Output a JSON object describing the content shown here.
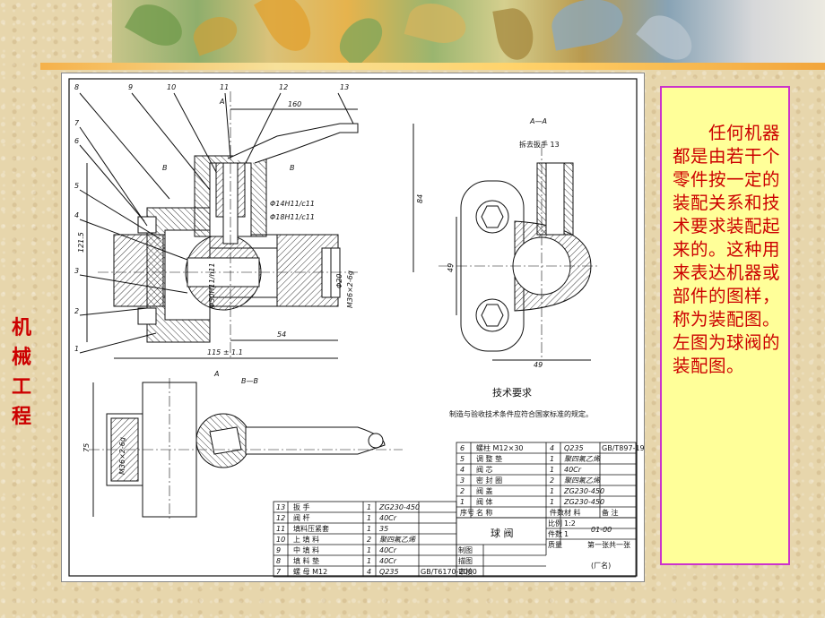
{
  "side_title": "机械工程",
  "description": "　　任何机器都是由若干个零件按一定的装配关系和技术要求装配起来的。这种用来表达机器或部件的图样，称为装配图。左图为球阀的装配图。",
  "drawing": {
    "part_labels": [
      "1",
      "2",
      "3",
      "4",
      "5",
      "6",
      "7",
      "8",
      "9",
      "10",
      "11",
      "12",
      "13"
    ],
    "view_labels": {
      "section_a": "A—A",
      "section_b": "B—B",
      "a_mark": "A",
      "b_mark": "B"
    },
    "dimensions": {
      "d160": "160",
      "d84": "84",
      "d1215": "121.5",
      "d54": "54",
      "d115": "115 ± 1.1",
      "d49a": "49",
      "d49b": "49",
      "d75": "75",
      "d20": "Φ20",
      "m36": "M36×2-6g",
      "m36b": "M36×2-6g",
      "d50": "Φ50H11/h11",
      "d14": "Φ14H11/c11",
      "d18": "Φ18H11/c11"
    },
    "removed_note": "拆去扳手 13",
    "tech_title": "技术要求",
    "tech_text": "制造与验收技术条件应符合国家标准的规定。",
    "bom_right": [
      [
        "6",
        "螺柱 M12×30",
        "4",
        "Q235",
        "GB/T897-1988"
      ],
      [
        "5",
        "调 整 垫",
        "1",
        "聚四氟乙烯",
        ""
      ],
      [
        "4",
        "阀 芯",
        "1",
        "40Cr",
        ""
      ],
      [
        "3",
        "密 封 圈",
        "2",
        "聚四氟乙烯",
        ""
      ],
      [
        "2",
        "阀 盖",
        "1",
        "ZG230-450",
        ""
      ],
      [
        "1",
        "阀 体",
        "1",
        "ZG230-450",
        ""
      ]
    ],
    "bom_right_header": [
      "序号",
      "名 称",
      "件数",
      "材 料",
      "备 注"
    ],
    "bom_left": [
      [
        "13",
        "扳 手",
        "1",
        "ZG230-450",
        ""
      ],
      [
        "12",
        "阀 杆",
        "1",
        "40Cr",
        ""
      ],
      [
        "11",
        "填料压紧套",
        "1",
        "35",
        ""
      ],
      [
        "10",
        "上 填 料",
        "2",
        "聚四氟乙烯",
        ""
      ],
      [
        "9",
        "中 填 料",
        "1",
        "40Cr",
        ""
      ],
      [
        "8",
        "填 料 垫",
        "1",
        "40Cr",
        ""
      ],
      [
        "7",
        "螺 母 M12",
        "4",
        "Q235",
        "GB/T6170-2000"
      ]
    ],
    "title_block": {
      "name": "球 阀",
      "scale_label": "比例",
      "scale": "1:2",
      "count_label": "件数",
      "count": "1",
      "weight_label": "质量",
      "code": "01-00",
      "sheet": "第一张共一张",
      "drawn": "制图",
      "draw": "描图",
      "check": "审核",
      "company": "(厂名)"
    }
  }
}
